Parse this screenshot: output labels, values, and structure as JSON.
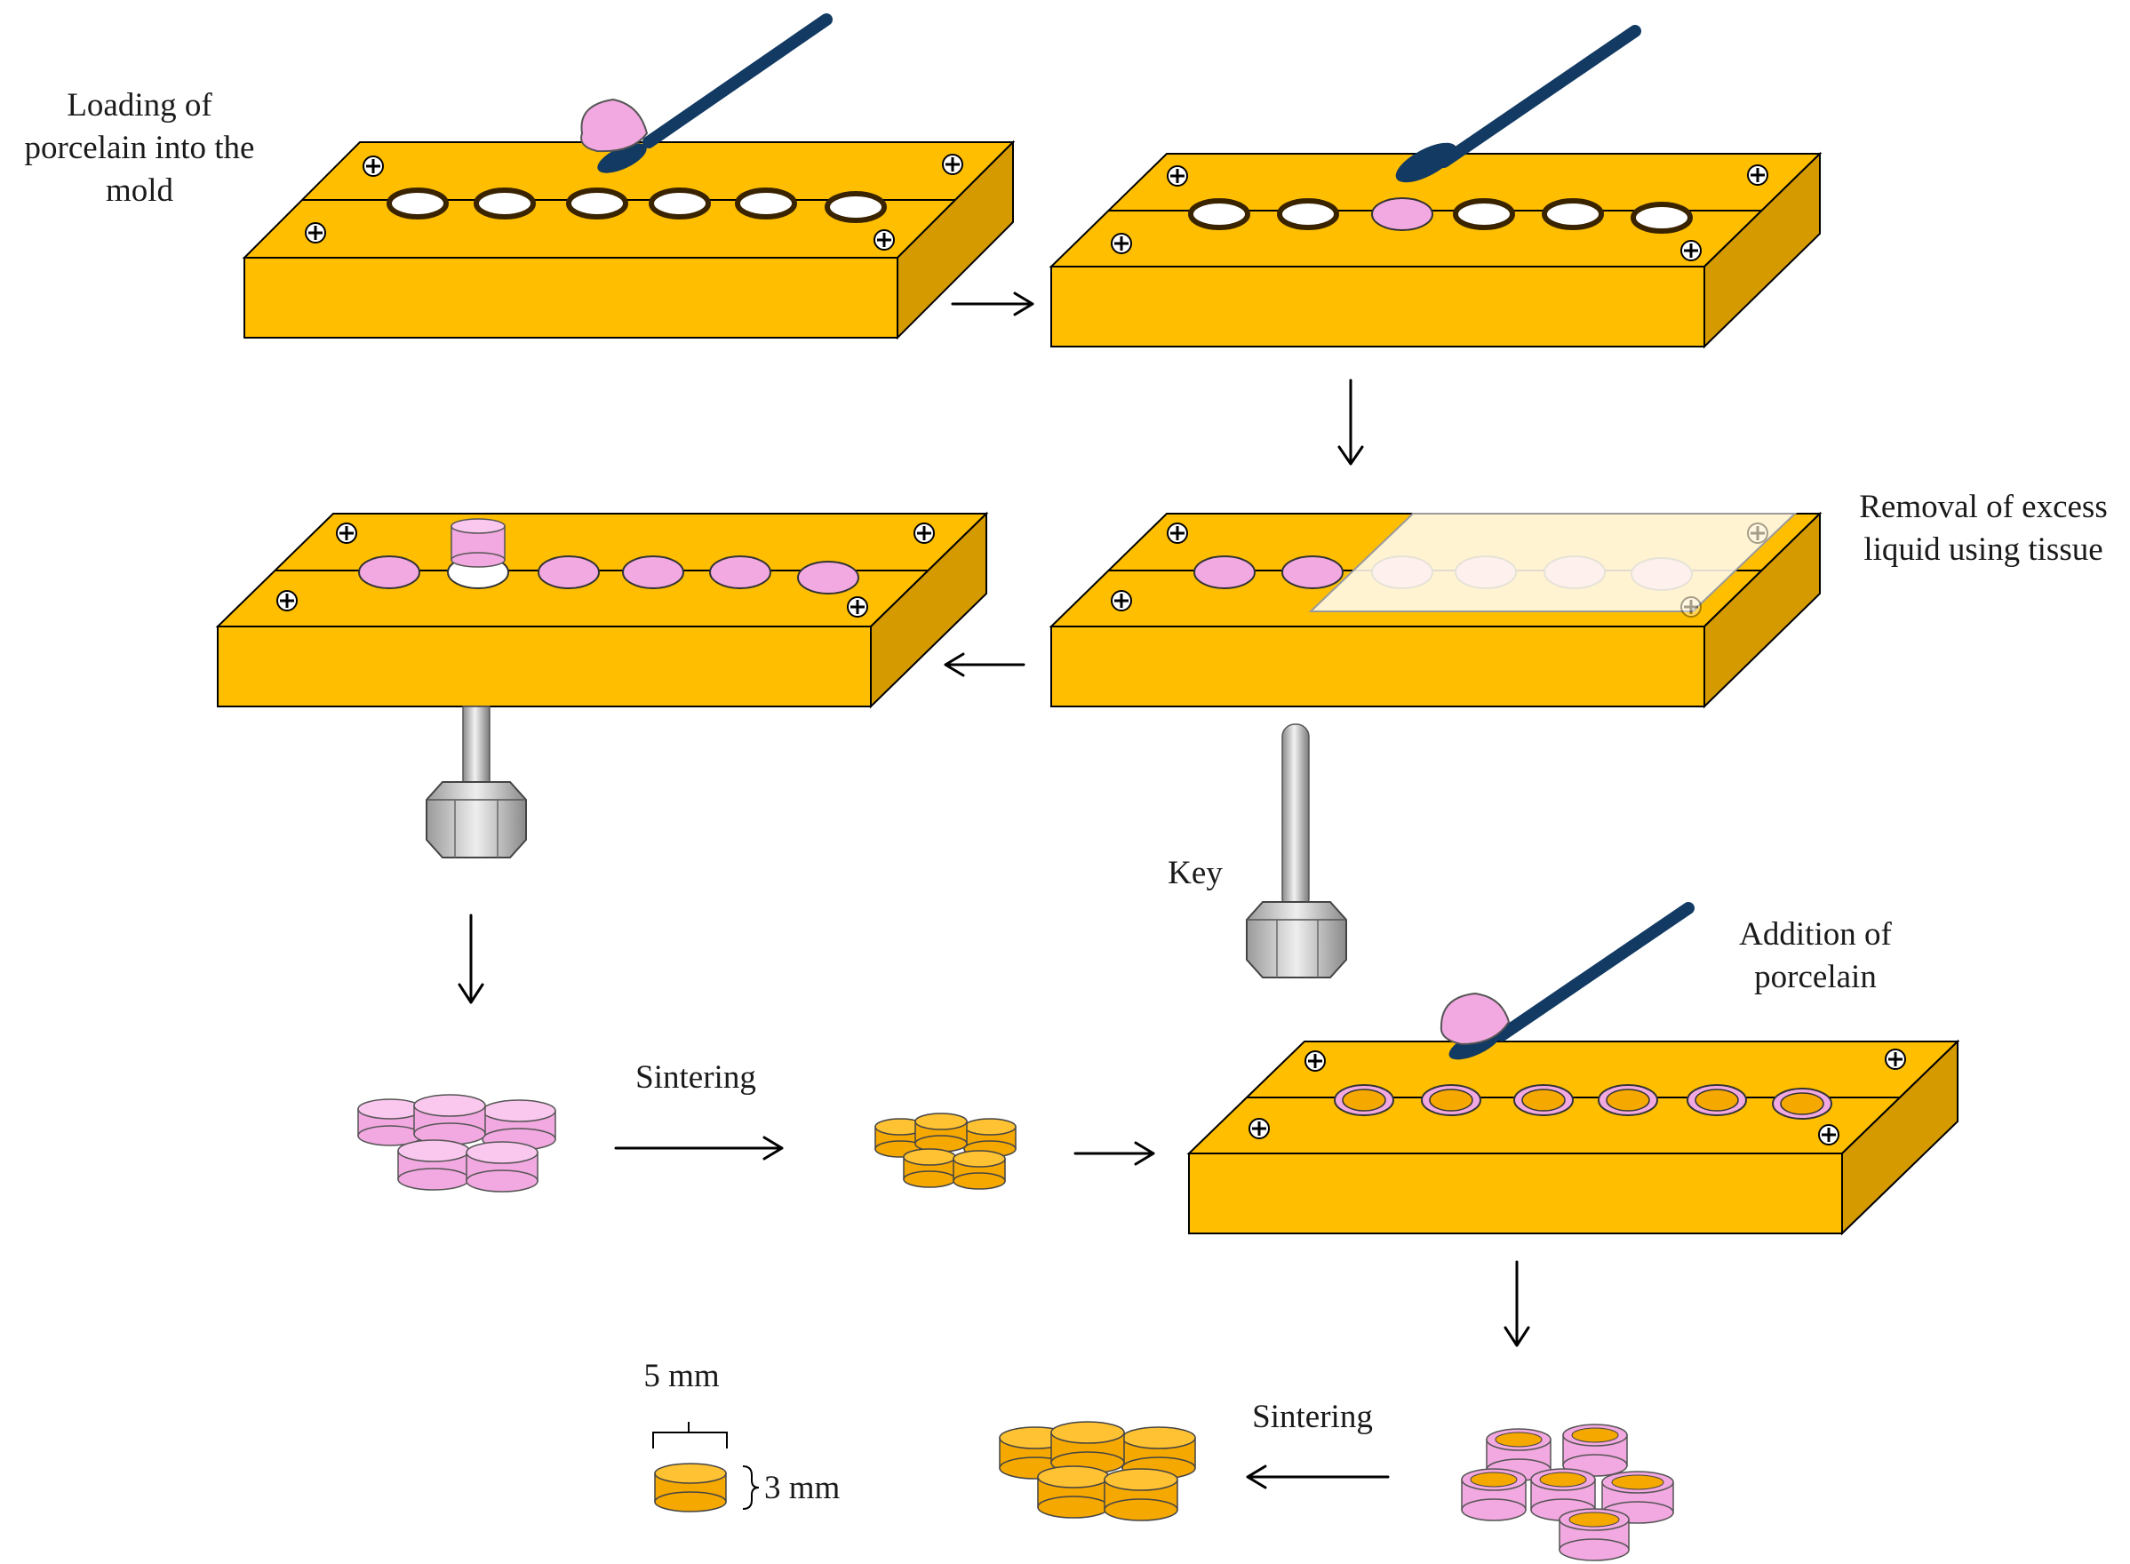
{
  "labels": {
    "loading_line1": "Loading of",
    "loading_line2": "porcelain into the",
    "loading_line3": "mold",
    "removal_line1": "Removal of excess",
    "removal_line2": "liquid using tissue",
    "key": "Key",
    "addition_line1": "Addition of",
    "addition_line2": "porcelain",
    "sintering_1": "Sintering",
    "sintering_2": "Sintering",
    "dim_width": "5 mm",
    "dim_height": "3 mm"
  },
  "colors": {
    "mold": "#FFBF00",
    "mold_side": "#D49A00",
    "porcelain": "#F2A8E0",
    "sintered": "#F5A800",
    "spatula": "#123A63",
    "key_metal": "#BDBDBD"
  },
  "icons": [
    "spatula-icon",
    "screw-icon",
    "key-icon",
    "tissue-icon",
    "arrow-icon"
  ]
}
